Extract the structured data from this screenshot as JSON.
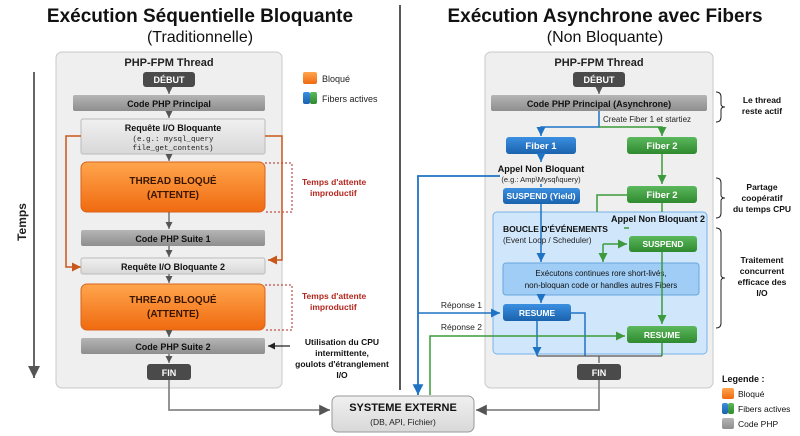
{
  "left": {
    "title": "Exécution Séquentielle Bloquante",
    "subtitle": "(Traditionnelle)",
    "thread_title": "PHP-FPM Thread",
    "start": "DÉBUT",
    "main_code": "Code PHP Principal",
    "io_request_1": "Requête I/O Bloquante",
    "io_example_1": "(e.g.: mysql_query",
    "io_example_2": "file_get_contents)",
    "blocked_1": "THREAD BLOQUÉ",
    "blocked_1b": "(ATTENTE)",
    "wait_1": "Temps d'attente",
    "wait_1b": "improductif",
    "suite_1": "Code PHP Suite 1",
    "io_request_2": "Requête I/O Bloquante 2",
    "blocked_2": "THREAD BLOQUÉ",
    "blocked_2b": "(ATTENTE)",
    "wait_2": "Temps d'attente",
    "wait_2b": "improductif",
    "suite_2": "Code PHP Suite 2",
    "end": "FIN",
    "cpu_note": [
      "Utilisation du CPU",
      "intermittente,",
      "goulots d'étranglement",
      "I/O"
    ],
    "time_label": "Temps",
    "legend_blocked": "Bloqué",
    "legend_fibers": "Fibers actives"
  },
  "right": {
    "title": "Exécution Asynchrone avec Fibers",
    "subtitle": "(Non Bloquante)",
    "thread_title": "PHP-FPM Thread",
    "start": "DÉBUT",
    "main_code": "Code PHP Principal (Asynchrone)",
    "create_fibers": "Create Fiber 1 et startiez",
    "fiber1": "Fiber 1",
    "fiber2_top": "Fiber 2",
    "call1": "Appel Non Bloquant",
    "call1_ex": "(e.g.: Amp\\Mysql\\query)",
    "fiber2_mid": "Fiber 2",
    "suspend1": "SUSPEND (Yield)",
    "call2": "Appel Non Bloquant 2",
    "loop_title": "BOUCLE D'ÉVÉNEMENTS",
    "loop_sub": "(Event Loop / Scheduler)",
    "suspend2": "SUSPEND",
    "exec_line1": "Exécutons continues rore short-livés,",
    "exec_line2": "non-bloquan code or handles autres Fibers",
    "reply1": "Réponse 1",
    "resume1": "RESUME",
    "reply2": "Réponse 2",
    "resume2": "RESUME",
    "end": "FIN",
    "note_active": [
      "Le thread",
      "reste actif"
    ],
    "note_share": [
      "Partage",
      "coopératif",
      "du temps CPU"
    ],
    "note_concurrent": [
      "Traitement",
      "concurrent",
      "efficace des",
      "I/O"
    ]
  },
  "external": {
    "title": "SYSTEME EXTERNE",
    "subtitle": "(DB, API, Fichier)"
  },
  "legend": {
    "title": "Legende :",
    "blocked": "Bloqué",
    "fibers": "Fibers actives",
    "php": "Code PHP"
  },
  "colors": {
    "orange": "#f47a1f",
    "blue": "#1f73c4",
    "green": "#3c9a3c",
    "gray": "#9e9e9e",
    "dark": "#404040",
    "red_text": "#b3261e"
  }
}
